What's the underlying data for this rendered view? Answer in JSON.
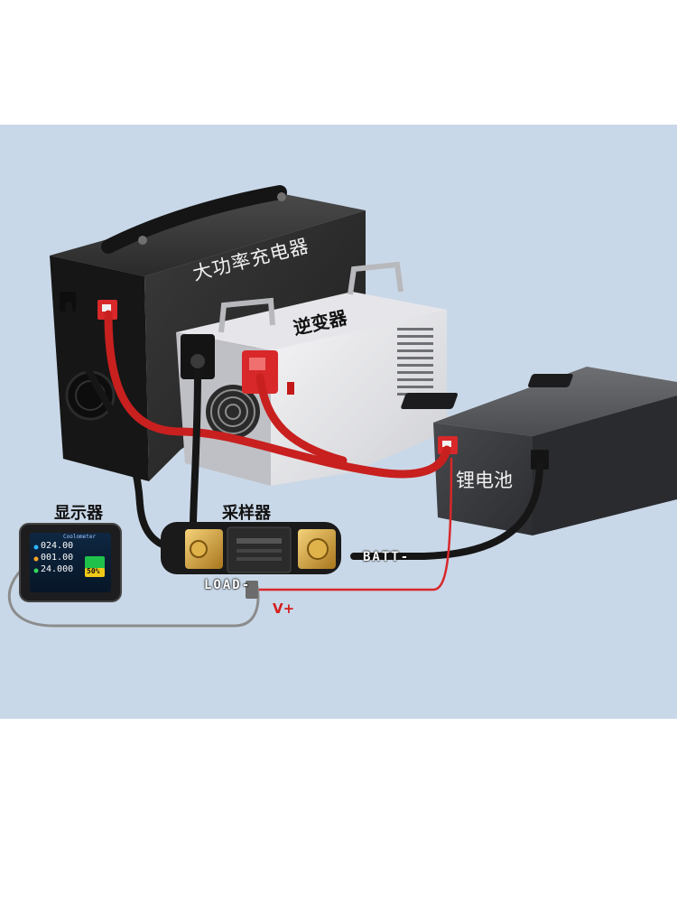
{
  "labels": {
    "charger": "大功率充电器",
    "inverter": "逆变器",
    "battery": "锂电池",
    "display": "显示器",
    "sampler": "采样器",
    "batt": "BATT-",
    "load": "LOAD-",
    "vplus": "V+"
  },
  "display_screen": {
    "brand": "Coolometer",
    "voltage": "024.00",
    "current": "001.00",
    "power": "24.000",
    "percent": "50%"
  },
  "colors": {
    "background": "#c9d8e8",
    "red_cable": "#c8201f",
    "black_cable": "#1a1a1a",
    "grey_cable": "#8c8c8c",
    "terminal_red": "#d8282a"
  }
}
